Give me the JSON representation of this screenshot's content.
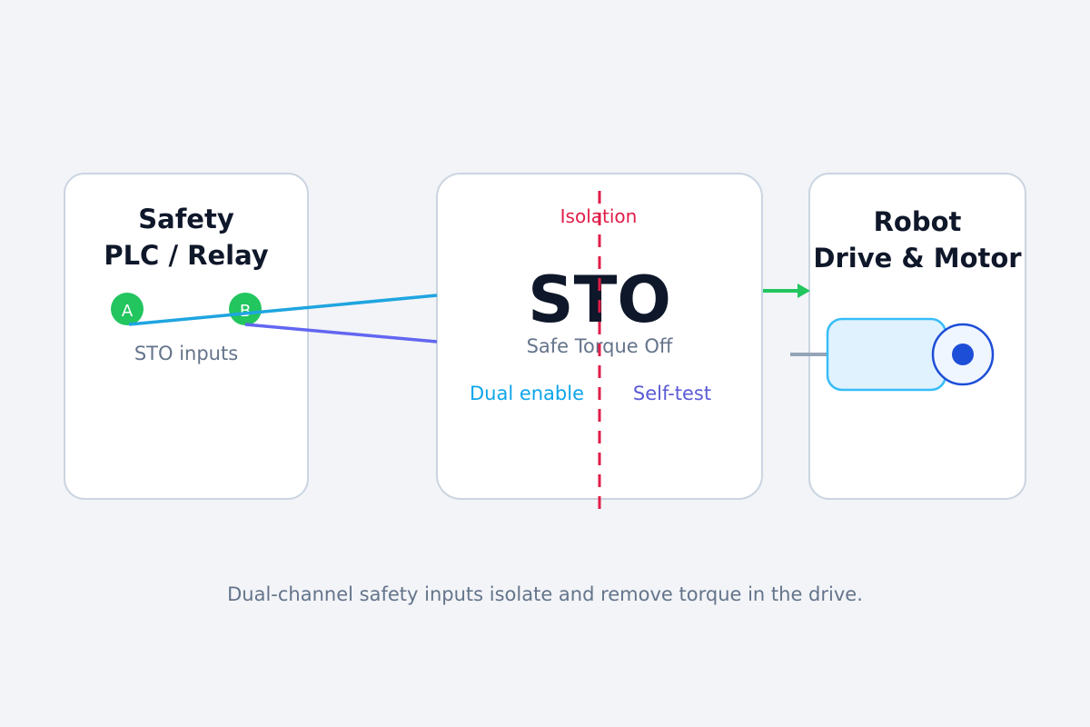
{
  "diagram": {
    "plc_box": {
      "title_line1": "Safety",
      "title_line2": "PLC / Relay",
      "channel_a": "A",
      "channel_b": "B",
      "inputs_label": "STO inputs"
    },
    "sto_box": {
      "isolation_label": "Isolation",
      "title": "STO",
      "subtitle": "Safe Torque Off",
      "left_feature": "Dual enable",
      "right_feature": "Self-test"
    },
    "robot_box": {
      "title_line1": "Robot",
      "title_line2": "Drive & Motor"
    },
    "caption": "Dual-channel safety inputs isolate and remove torque in the drive."
  },
  "colors": {
    "background": "#f2f4f7",
    "box_border": "#cbd5e1",
    "title": "#0f172a",
    "muted": "#64748b",
    "channel_node": "#22c55e",
    "channel_a_line": "#1ea5e0",
    "channel_b_line": "#6366f1",
    "isolation": "#e11d48",
    "dual_enable": "#0ea5e9",
    "self_test": "#5b5bd6",
    "output_arrow": "#22c55e",
    "motor_body_fill": "#e0f2fe",
    "motor_body_stroke": "#38bdf8",
    "rotor": "#1d4ed8",
    "shaft": "#94a3b8"
  }
}
